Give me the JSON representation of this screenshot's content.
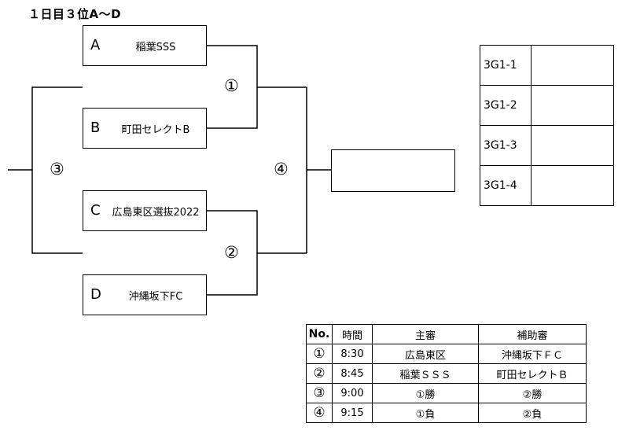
{
  "title": "１日目３位A～D",
  "teams": [
    {
      "letter": "A",
      "name": "稲葉SSS"
    },
    {
      "letter": "B",
      "name": "町田セレクトB"
    },
    {
      "letter": "C",
      "name": "広島東区選抜2022"
    },
    {
      "letter": "D",
      "name": "沖縄坂下FC"
    }
  ],
  "match_marks": {
    "m1": "①",
    "m2": "②",
    "m3": "③",
    "m4": "④"
  },
  "ranking": [
    {
      "label": "3G1-1",
      "value": ""
    },
    {
      "label": "3G1-2",
      "value": ""
    },
    {
      "label": "3G1-3",
      "value": ""
    },
    {
      "label": "3G1-4",
      "value": ""
    }
  ],
  "schedule": {
    "headers": [
      "No.",
      "時間",
      "主審",
      "補助審"
    ],
    "rows": [
      {
        "no": "①",
        "time": "8:30",
        "referee": "広島東区",
        "assistant": "沖縄坂下ＦＣ"
      },
      {
        "no": "②",
        "time": "8:45",
        "referee": "稲葉ＳＳＳ",
        "assistant": "町田セレクトＢ"
      },
      {
        "no": "③",
        "time": "9:00",
        "referee": "①勝",
        "assistant": "②勝"
      },
      {
        "no": "④",
        "time": "9:15",
        "referee": "①負",
        "assistant": "②負"
      }
    ]
  }
}
